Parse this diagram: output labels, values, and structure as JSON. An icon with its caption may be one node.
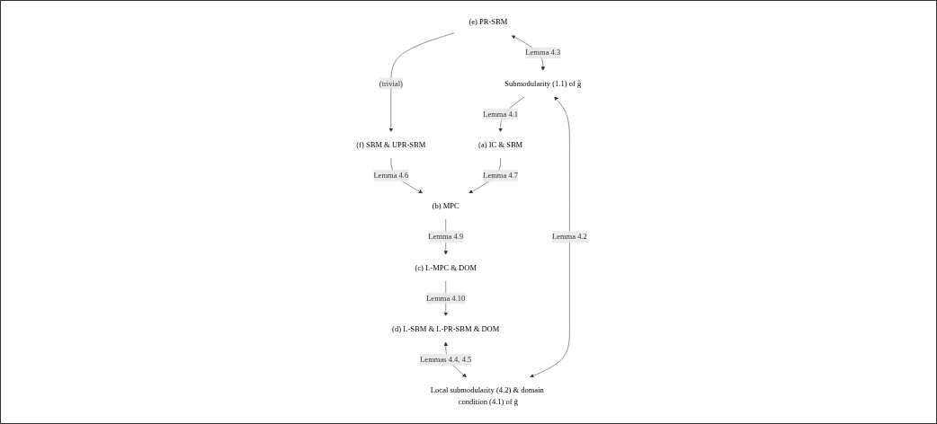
{
  "diagram": {
    "nodes": [
      {
        "text": [
          "(f) SBM & UPR-SBM"
        ]
      },
      {
        "text": [
          "(e) PR-SBM"
        ]
      },
      {
        "text": [
          "(b) MPC"
        ]
      },
      {
        "text": [
          "(a) IC & SBM"
        ]
      },
      {
        "text": [
          "Submodularity (1.1) of g̃"
        ]
      },
      {
        "text": [
          "(c) L-MPC & DOM"
        ]
      },
      {
        "text": [
          "(d) L-SBM & L-PR-SBM & DOM"
        ]
      },
      {
        "text": [
          "Local submodularity (4.2) & domain condition (4.1) of g̃"
        ]
      }
    ],
    "edges": [
      {
        "from": 1,
        "to": 0,
        "arrow": "to",
        "label": "(trivial)"
      },
      {
        "from": 0,
        "to": 2,
        "arrow": "to",
        "label": "Lemma 4.6"
      },
      {
        "from": 1,
        "to": 4,
        "arrow": "both",
        "label": "Lemma 4.3"
      },
      {
        "from": 3,
        "to": 2,
        "arrow": "to",
        "label": "Lemma 4.7"
      },
      {
        "from": 4,
        "to": 3,
        "arrow": "to",
        "label": "Lemma 4.1"
      },
      {
        "from": 2,
        "to": 5,
        "arrow": "to",
        "label": "Lemma 4.9"
      },
      {
        "from": 5,
        "to": 6,
        "arrow": "to",
        "label": "Lemma 4.10"
      },
      {
        "from": 6,
        "to": 7,
        "arrow": "both",
        "label": "Lemmas 4.4, 4.5"
      },
      {
        "from": 4,
        "to": 7,
        "arrow": "both",
        "label": "Lemma 4.2"
      }
    ]
  }
}
